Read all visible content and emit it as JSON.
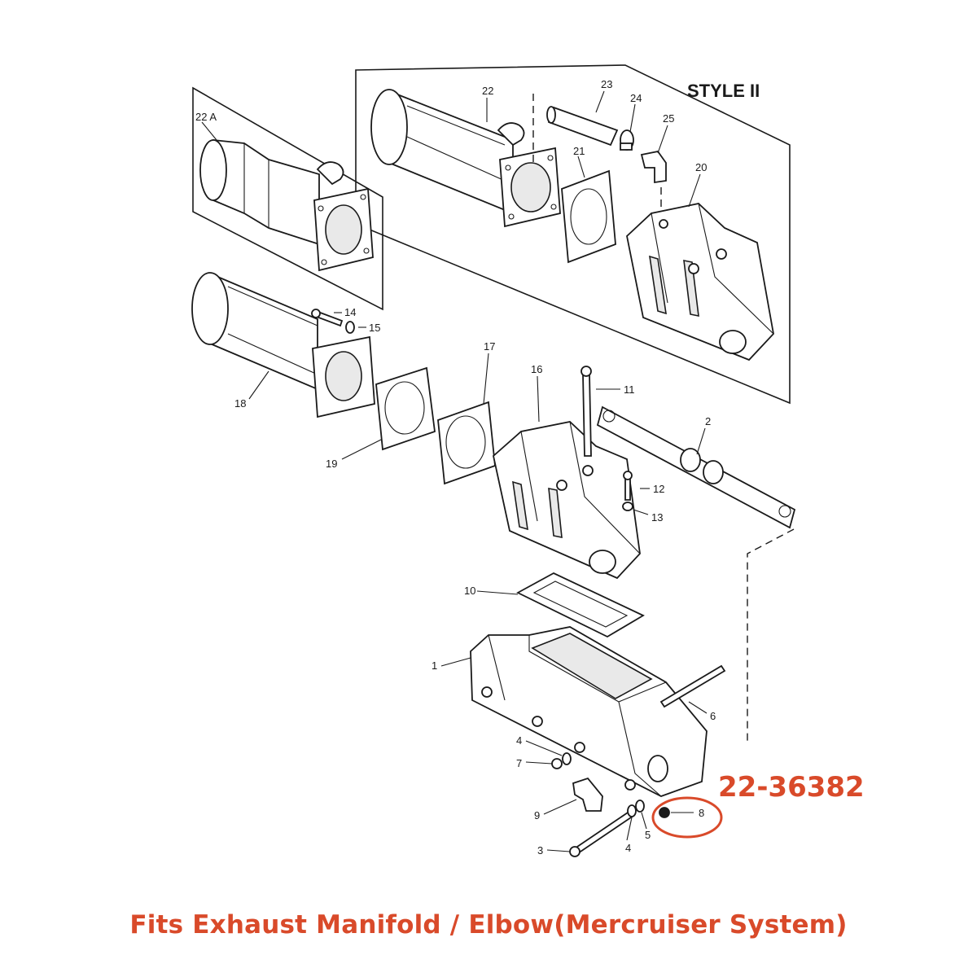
{
  "diagram": {
    "style_label": "STYLE II",
    "callouts": [
      "1",
      "2",
      "3",
      "4",
      "4",
      "5",
      "6",
      "7",
      "8",
      "9",
      "10",
      "11",
      "12",
      "13",
      "14",
      "15",
      "16",
      "17",
      "18",
      "19",
      "20",
      "21",
      "22",
      "22 A",
      "23",
      "24",
      "25"
    ],
    "highlight": {
      "part_number": "22-36382",
      "callout": "8",
      "color": "#d94a2a"
    }
  },
  "caption": "Fits Exhaust Manifold / Elbow(Mercruiser System)"
}
